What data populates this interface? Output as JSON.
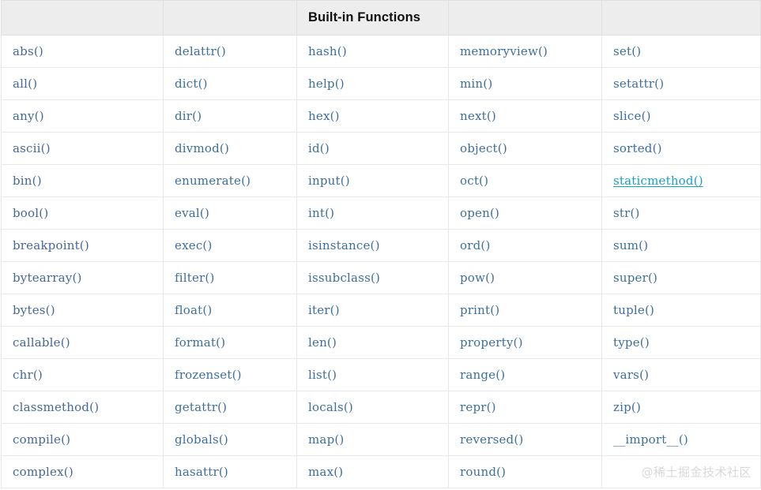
{
  "table": {
    "title": "Built-in Functions",
    "title_column_index": 2,
    "column_count": 5,
    "header_cells": [
      "",
      "",
      "Built-in Functions",
      "",
      ""
    ],
    "rows": [
      [
        "abs()",
        "delattr()",
        "hash()",
        "memoryview()",
        "set()"
      ],
      [
        "all()",
        "dict()",
        "help()",
        "min()",
        "setattr()"
      ],
      [
        "any()",
        "dir()",
        "hex()",
        "next()",
        "slice()"
      ],
      [
        "ascii()",
        "divmod()",
        "id()",
        "object()",
        "sorted()"
      ],
      [
        "bin()",
        "enumerate()",
        "input()",
        "oct()",
        "staticmethod()"
      ],
      [
        "bool()",
        "eval()",
        "int()",
        "open()",
        "str()"
      ],
      [
        "breakpoint()",
        "exec()",
        "isinstance()",
        "ord()",
        "sum()"
      ],
      [
        "bytearray()",
        "filter()",
        "issubclass()",
        "pow()",
        "super()"
      ],
      [
        "bytes()",
        "float()",
        "iter()",
        "print()",
        "tuple()"
      ],
      [
        "callable()",
        "format()",
        "len()",
        "property()",
        "type()"
      ],
      [
        "chr()",
        "frozenset()",
        "list()",
        "range()",
        "vars()"
      ],
      [
        "classmethod()",
        "getattr()",
        "locals()",
        "repr()",
        "zip()"
      ],
      [
        "compile()",
        "globals()",
        "map()",
        "reversed()",
        "__import__()"
      ],
      [
        "complex()",
        "hasattr()",
        "max()",
        "round()",
        ""
      ]
    ],
    "link_cells": [
      {
        "row": 4,
        "col": 4,
        "text": "staticmethod()"
      }
    ],
    "watermark": {
      "text": "@稀土掘金技术社区",
      "row": 13,
      "col": 4
    }
  },
  "colors": {
    "header_background": "#ededed",
    "header_text": "#111111",
    "cell_text": "#3d6f9e",
    "link_text": "#1aa0c8",
    "border": "#e8e8e8",
    "page_background": "#ffffff",
    "watermark_text": "#d8d8d8"
  }
}
